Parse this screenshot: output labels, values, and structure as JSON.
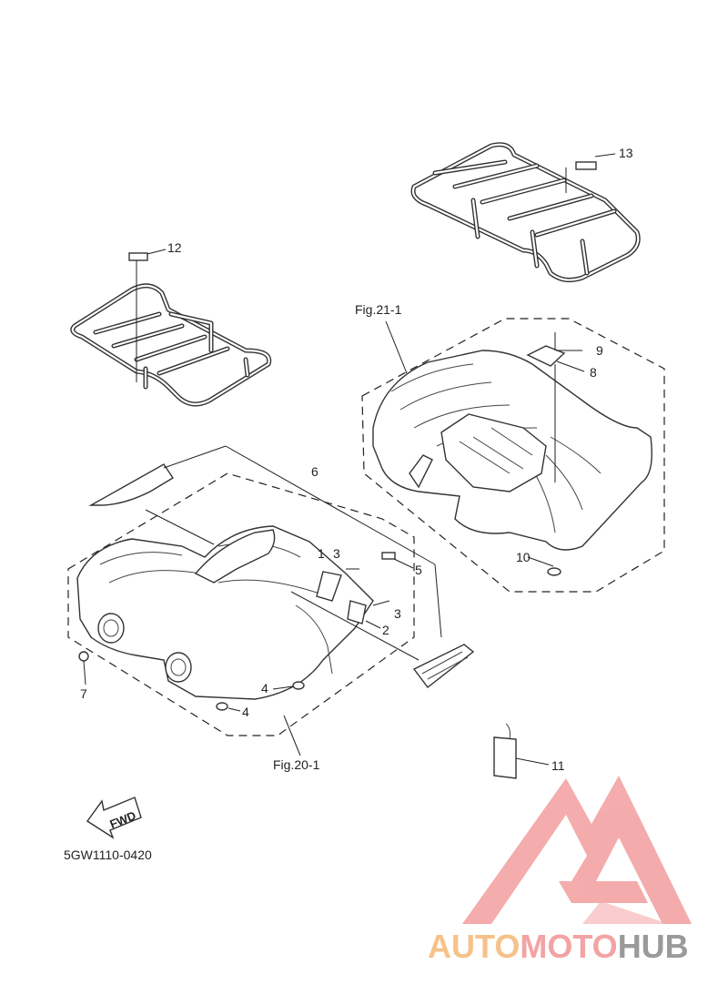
{
  "diagram_code": "5GW1110-0420",
  "fwd_label": "FWD",
  "figure_refs": {
    "rear": "Fig.21-1",
    "front": "Fig.20-1"
  },
  "callouts": {
    "c1": "1",
    "c2": "2",
    "c3a": "3",
    "c3b": "3",
    "c4a": "4",
    "c4b": "4",
    "c5": "5",
    "c6": "6",
    "c7": "7",
    "c8": "8",
    "c9": "9",
    "c10": "10",
    "c11": "11",
    "c12": "12",
    "c13": "13"
  },
  "watermark": {
    "part1": "AUTO",
    "part2": "MOTO",
    "part3": "HUB",
    "color1": "#f6c28a",
    "color2": "#f3a3a3",
    "color3": "#9a9a9a"
  }
}
